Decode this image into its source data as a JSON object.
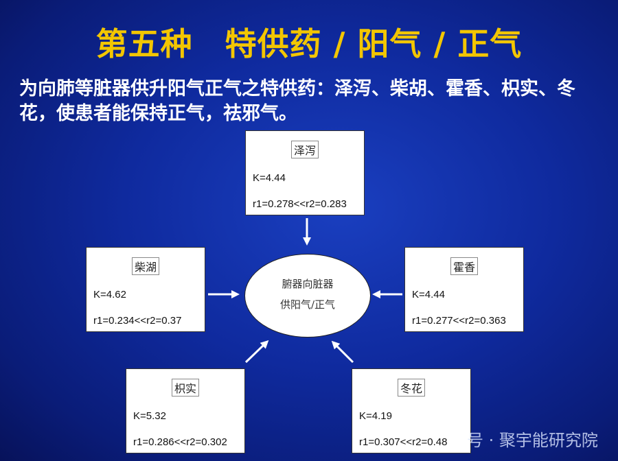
{
  "title": "第五种　特供药 / 阳气 / 正气",
  "subtitle": "为向肺等脏器供升阳气正气之特供药：泽泻、柴胡、霍香、枳实、冬花，使患者能保持正气，祛邪气。",
  "center": {
    "line1": "腑器向脏器",
    "line2": "供阳气/正气"
  },
  "boxes": {
    "top": {
      "label": "泽泻",
      "k": "K=4.44",
      "r": "r1=0.278<<r2=0.283"
    },
    "left": {
      "label": "柴湖",
      "k": "K=4.62",
      "r": "r1=0.234<<r2=0.37"
    },
    "right": {
      "label": "霍香",
      "k": "K=4.44",
      "r": "r1=0.277<<r2=0.363"
    },
    "bottom_left": {
      "label": "枳实",
      "k": "K=5.32",
      "r": "r1=0.286<<r2=0.302"
    },
    "bottom_right": {
      "label": "冬花",
      "k": "K=4.19",
      "r": "r1=0.307<<r2=0.48"
    }
  },
  "watermark": "号 · 聚宇能研究院",
  "colors": {
    "title": "#f3c600",
    "background": "#0f2a9e"
  }
}
